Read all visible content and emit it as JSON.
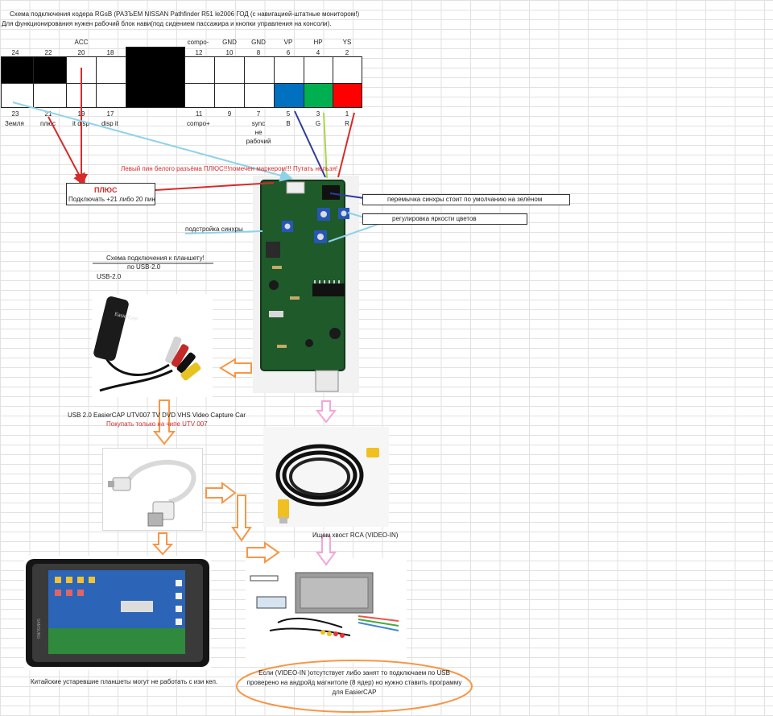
{
  "header": {
    "line1": "Схема подключения кодера RGsB (РАЗЪЕМ NISSAN Pathfinder R51 le2006 ГОД (с навигацией-штатные монитором!)",
    "line2": "Для функционирования нужен рабочий блок нави(под сидением пассажира и  кнопки управления на консоли)."
  },
  "connector": {
    "top_labels": [
      "ACC",
      "compo-",
      "GND",
      "GND",
      "VP",
      "HP",
      "YS"
    ],
    "top_pins": [
      "24",
      "22",
      "20",
      "18",
      "12",
      "10",
      "8",
      "6",
      "4",
      "2"
    ],
    "bottom_pins": [
      "23",
      "21",
      "19",
      "17",
      "11",
      "9",
      "7",
      "5",
      "3",
      "1"
    ],
    "bottom_labels": [
      "Земля",
      "плюс",
      "it disp",
      "disp it",
      "compo+",
      "sync",
      "не",
      "рабочий",
      "B",
      "G",
      "R"
    ],
    "colors": {
      "blue": "#0070c0",
      "green": "#00b050",
      "red": "#ff0000",
      "black": "#000000"
    }
  },
  "annotations": {
    "left_pin_note": "Левый пин белого разъёма ПЛЮС!!!помечен маркером!!! Путать нельзя!",
    "plus_title": "ПЛЮС",
    "plus_sub": "Подключать +21 либо 20 пин",
    "sync_jumper": "перемычка  синхры стоит по умолчанию на зелёном",
    "brightness": "регулировка яркости цветов",
    "sync_adjust": "подстройка синхры",
    "tablet_scheme": "Схема подключения к планшету!",
    "via_usb": "по USB-2.0",
    "usb20": "USB-2.0",
    "capture_name": "USB 2.0 EasierCAP UTV007 TV DVD VHS Video Capture Car",
    "buy_only": "Покупать только на чипе UTV 007",
    "rca_tail": "Ищем хвост RCA (VIDEO-IN)",
    "old_tablets": "Китайские устаревшие планшеты могут не работать с изи кеп.",
    "bottom_note_1": "Если (VIDEO-IN )отсутствует либо занят то подключаем по USB",
    "bottom_note_2": "проверено на андройд магнитоле (8 ядер) но нужно ставить программу",
    "bottom_note_3": "для EasierCAP"
  },
  "images": {
    "pcb": "encoder-circuit-board-photo",
    "capture": "easiercap-usb-capture-photo",
    "rca": "rca-cable-photo",
    "otg": "usb-otg-cable-photo",
    "tablet": "android-tablet-photo",
    "headunit": "android-head-unit-photo",
    "capture_brand": "EasierCAP",
    "tablet_brand": "SAMSUNG"
  },
  "arrow_colors": {
    "orange": "#f79646",
    "pink": "#f4a6d7",
    "light_blue": "#8fd3e8",
    "red": "#d62b2b",
    "navy": "#2f3c9e",
    "lime": "#a8d84a"
  }
}
